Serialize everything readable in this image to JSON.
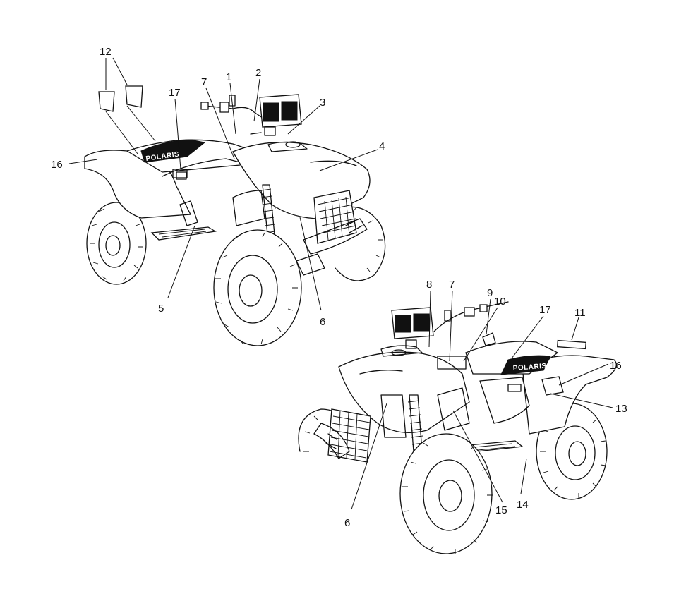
{
  "brand_text": "POLARIS",
  "callouts": [
    {
      "id": "c12",
      "label": "12"
    },
    {
      "id": "c17a",
      "label": "17"
    },
    {
      "id": "c7a",
      "label": "7"
    },
    {
      "id": "c1",
      "label": "1"
    },
    {
      "id": "c2",
      "label": "2"
    },
    {
      "id": "c3",
      "label": "3"
    },
    {
      "id": "c4",
      "label": "4"
    },
    {
      "id": "c16a",
      "label": "16"
    },
    {
      "id": "c5",
      "label": "5"
    },
    {
      "id": "c6a",
      "label": "6"
    },
    {
      "id": "c8",
      "label": "8"
    },
    {
      "id": "c7b",
      "label": "7"
    },
    {
      "id": "c9",
      "label": "9"
    },
    {
      "id": "c10",
      "label": "10"
    },
    {
      "id": "c17b",
      "label": "17"
    },
    {
      "id": "c11",
      "label": "11"
    },
    {
      "id": "c16b",
      "label": "16"
    },
    {
      "id": "c13",
      "label": "13"
    },
    {
      "id": "c6b",
      "label": "6"
    },
    {
      "id": "c15",
      "label": "15"
    },
    {
      "id": "c14",
      "label": "14"
    }
  ]
}
